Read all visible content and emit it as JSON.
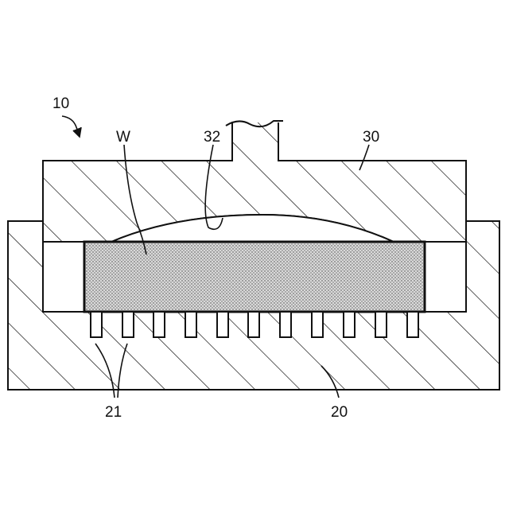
{
  "labels": {
    "assembly": "10",
    "wafer": "W",
    "recess": "32",
    "upper_member": "30",
    "pins": "21",
    "lower_member": "20"
  },
  "colors": {
    "line": "#111111",
    "background": "#ffffff",
    "wafer_fill": "#bdbdbd"
  }
}
